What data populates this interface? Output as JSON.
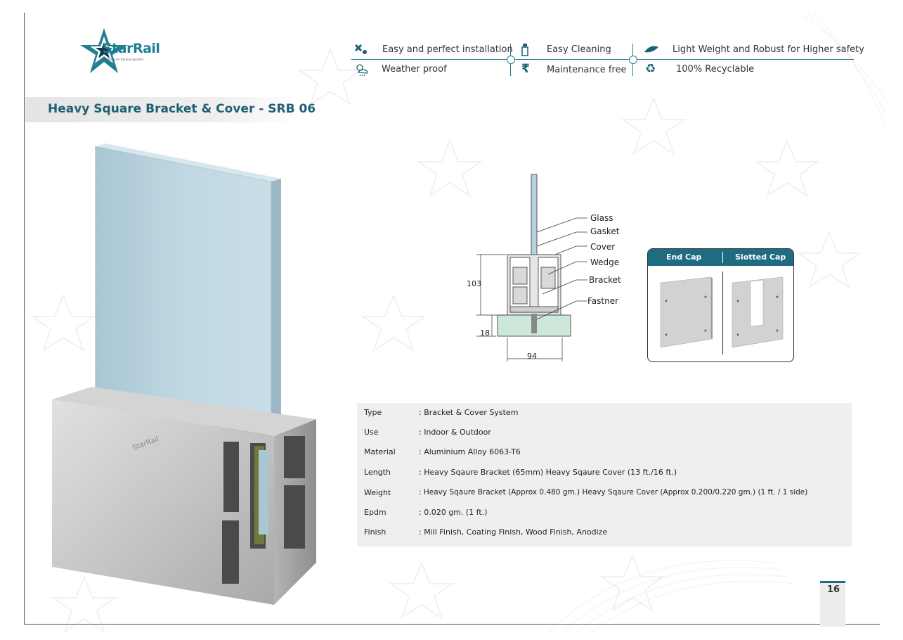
{
  "brand": {
    "name": "StarRail",
    "tagline": "Aluminium Railing System"
  },
  "features": [
    {
      "icon": "tools-icon",
      "label": "Easy and perfect installation"
    },
    {
      "icon": "spray-bottle-icon",
      "label": "Easy Cleaning"
    },
    {
      "icon": "feather-icon",
      "label": "Light Weight and Robust for Higher safety"
    },
    {
      "icon": "weather-icon",
      "label": "Weather proof"
    },
    {
      "icon": "rupee-icon",
      "label": "Maintenance free"
    },
    {
      "icon": "recycle-icon",
      "label": "100% Recyclable"
    }
  ],
  "title": "Heavy Square Bracket & Cover - SRB 06",
  "diagram": {
    "labels": [
      "Glass",
      "Gasket",
      "Cover",
      "Wedge",
      "Bracket",
      "Fastner"
    ],
    "dimensions": {
      "height": "103",
      "base": "18",
      "width": "94"
    }
  },
  "caps": {
    "left": "End Cap",
    "right": "Slotted Cap"
  },
  "specs": [
    {
      "key": "Type",
      "value": ": Bracket & Cover System"
    },
    {
      "key": "Use",
      "value": ": Indoor & Outdoor"
    },
    {
      "key": "Material",
      "value": ": Aluminium Alloy 6063-T6"
    },
    {
      "key": "Length",
      "value": ": Heavy Sqaure Bracket (65mm) Heavy Sqaure Cover (13 ft./16 ft.)"
    },
    {
      "key": "Weight",
      "value": ": Heavy Sqaure Bracket (Approx 0.480 gm.) Heavy Sqaure Cover (Approx 0.200/0.220 gm.) (1 ft. / 1 side)"
    },
    {
      "key": "Epdm",
      "value": ": 0.020 gm. (1 ft.)"
    },
    {
      "key": "Finish",
      "value": ": Mill Finish, Coating Finish, Wood Finish, Anodize"
    }
  ],
  "page_number": "16",
  "colors": {
    "accent": "#1e6b82",
    "glass": "#b7d3df",
    "aluminium": "#c8c8c8"
  }
}
